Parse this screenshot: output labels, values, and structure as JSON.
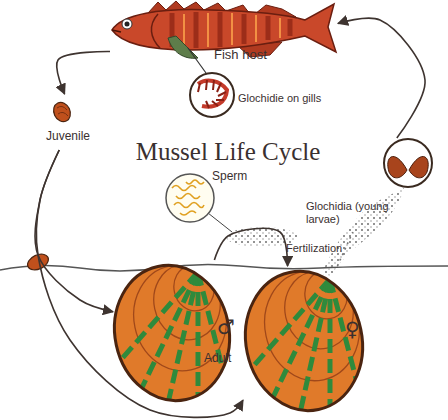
{
  "diagram": {
    "title": "Mussel Life Cycle",
    "nodes": [
      {
        "text": [
          "Fish host"
        ]
      },
      {
        "text": [
          "Glochidie on gills"
        ]
      },
      {
        "text": [
          "Juvenile"
        ]
      },
      {
        "text": [
          "♂"
        ]
      },
      {
        "text": [
          "♀"
        ]
      },
      {
        "text": [
          "Sperm"
        ]
      },
      {
        "text": [
          "Glochidia (young larvae)"
        ]
      }
    ],
    "edges": [
      {
        "from": 0,
        "to": 2,
        "arrow": "to"
      },
      {
        "from": 2,
        "to": 3,
        "arrow": "to"
      },
      {
        "from": 2,
        "to": 4,
        "arrow": "to"
      },
      {
        "from": 3,
        "to": 4,
        "label": "Fertilization",
        "arrow": "to"
      },
      {
        "from": 4,
        "to": 6,
        "arrow": "none"
      },
      {
        "from": 6,
        "to": 0,
        "arrow": "to"
      }
    ],
    "labels": [
      "Adult"
    ]
  }
}
